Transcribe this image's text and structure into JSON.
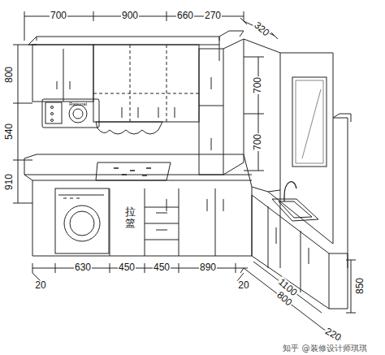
{
  "diagram": {
    "labels": [
      "700",
      "900",
      "660",
      "270",
      "320",
      "800",
      "540",
      "910",
      "Rational",
      "700",
      "700",
      "拉篮",
      "20",
      "630",
      "450",
      "450",
      "890",
      "20",
      "1100",
      "800",
      "220",
      "850",
      "知乎 @装修设计师琪琪"
    ]
  }
}
